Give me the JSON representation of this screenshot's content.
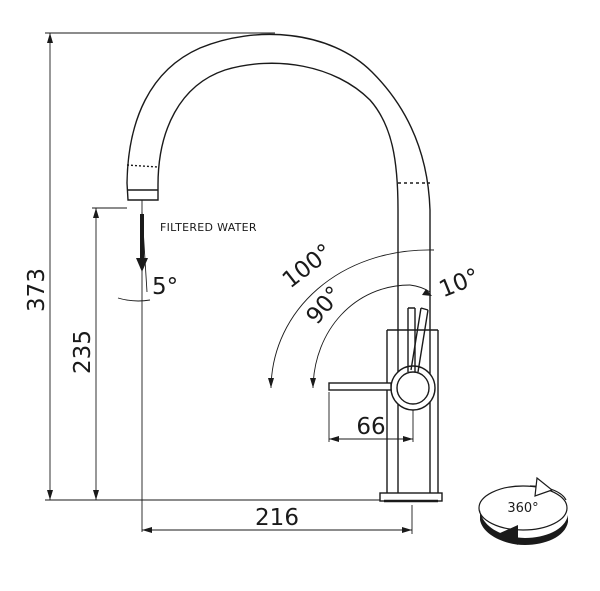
{
  "labels": {
    "overall_height": "373",
    "outlet_height": "235",
    "reach": "216",
    "handle_length": "66",
    "filtered_water": "FILTERED WATER",
    "spray_angle": "5°",
    "angle_100": "100°",
    "angle_90": "90°",
    "angle_10": "10°",
    "rotation": "360°"
  },
  "icons": {
    "rotation_icon": "swivel-rotation-arrow-icon"
  }
}
